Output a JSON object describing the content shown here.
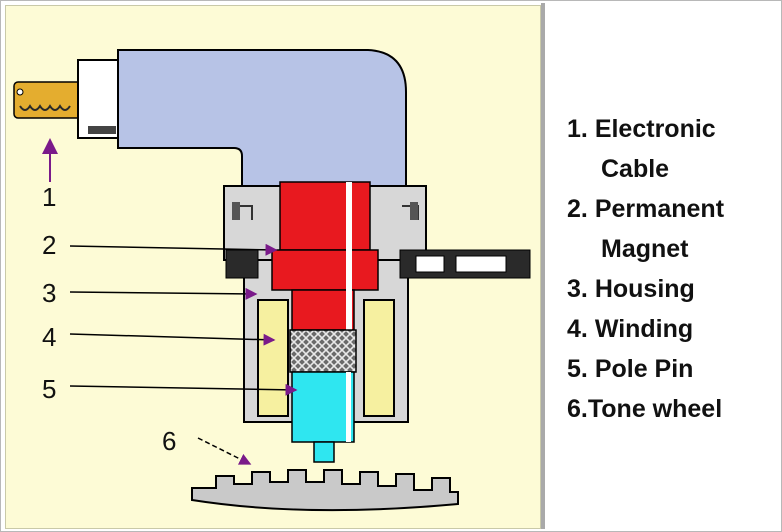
{
  "diagram": {
    "labels": [
      "1",
      "2",
      "3",
      "4",
      "5",
      "6"
    ]
  },
  "legend": {
    "items": [
      {
        "number": "1.",
        "line1": "Electronic",
        "line2": "Cable"
      },
      {
        "number": "2.",
        "line1": "Permanent",
        "line2": "Magnet"
      },
      {
        "number": "3.",
        "line1": "Housing",
        "line2": ""
      },
      {
        "number": "4.",
        "line1": "Winding",
        "line2": ""
      },
      {
        "number": "5.",
        "line1": "Pole Pin",
        "line2": ""
      },
      {
        "number": "6.",
        "line1": "Tone wheel",
        "line2": ""
      }
    ]
  },
  "colors": {
    "panel_background": "#fdfbd6",
    "connector": "#b7c3e6",
    "magnet": "#e8191f",
    "pole_pin": "#2fe6f0",
    "winding_core": "#f6f0a0",
    "housing": "#d7d7d7",
    "cable": "#e4ad2f",
    "arrow": "#7a1a8a"
  }
}
